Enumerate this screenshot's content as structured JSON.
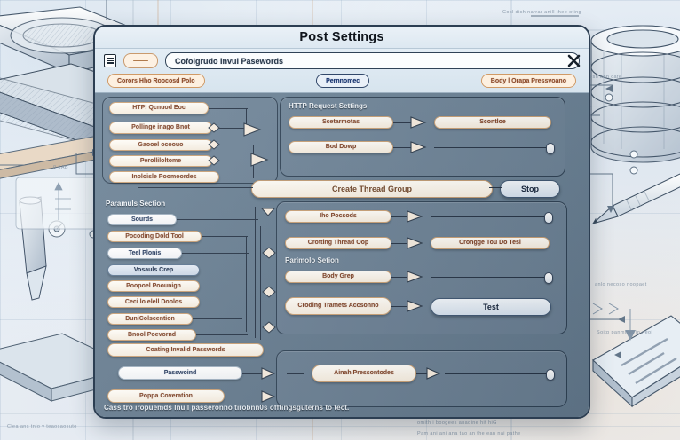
{
  "window": {
    "title": "Post Settings",
    "close_icon": "close-x-icon",
    "menu_icon": "hamburger-menu-icon",
    "minimize_icon": "minimize-pill-icon"
  },
  "toolbar": {
    "address_value": "Cofoigrudo Invul Pasewords",
    "tabs": [
      {
        "label": "Corors Hho Roocosd Polo",
        "style": "orange"
      },
      {
        "label": "Pernnomec",
        "style": "blue"
      },
      {
        "label": "Body l Orapa Pressvoano",
        "style": "orange"
      }
    ]
  },
  "left_panel": {
    "group_a_items": [
      "HTP! Qcnuod Eoc",
      "Pollinge inago Bnot",
      "Gaooel ocoouo",
      "Perolliloltome",
      "Inoloisle Poomoordes"
    ],
    "section_parameters_header": "Paramuls Section",
    "group_b_items": [
      "Sourds",
      "Pocoding Dold Tool",
      "Teel Plonis",
      "Vosauls Crep",
      "Poopoel Poounign",
      "Ceci lo elell Doolos",
      "DuniColscention",
      "Bnool Poevornd"
    ],
    "section_invalid_header": "Coating Invalid Passwords",
    "group_c_items": [
      "Passwoind",
      "Poppa Coveration"
    ]
  },
  "right_panel": {
    "http_header": "HTTP Request Settings",
    "http_rows": [
      {
        "label": "Scetarmotas",
        "control": "button",
        "control_label": "Scontloe"
      },
      {
        "label": "Bod Dowp",
        "control": "slider"
      }
    ],
    "mid_rows": [
      {
        "label": "Iho Pocsods",
        "control": "slider"
      },
      {
        "label": "Crotting Thread Oop",
        "control": "button",
        "control_label": "Crongge Tou Do Tesi"
      }
    ],
    "params_header": "Parimolo Setion",
    "mid_rows_2": [
      {
        "label": "Body Grep",
        "control": "slider"
      },
      {
        "label": "Croding Tramets Accsonno",
        "control": "button",
        "control_label": "Test"
      }
    ],
    "bottom_rows": [
      {
        "label": "Ainah Pressontodes",
        "control": "slider"
      }
    ]
  },
  "action_bar": {
    "primary_label": "Create Thread Group",
    "secondary_label": "Stop"
  },
  "footer_caption": "Cass tro iropuemds Inull passeronno tirobnn0s  offtingsguterns to tect.",
  "background_annotations": [
    "Cosl dish narrar anill thee oting",
    "esh anh cafe",
    "anlo necoso noopaet",
    "Soitp panmmet io neoi",
    "Clea ans tnio y teaosaosuto",
    "omith i boogees anadine hit hiG",
    "Pam ani ani ana tao an the ean nai pathe"
  ],
  "colors": {
    "accent_cream_border": "#c9a075",
    "accent_cream_text": "#7d3f23",
    "panel_bg": "#6b8296",
    "window_border": "#2c3e52",
    "tab_blue": "#14306b"
  }
}
